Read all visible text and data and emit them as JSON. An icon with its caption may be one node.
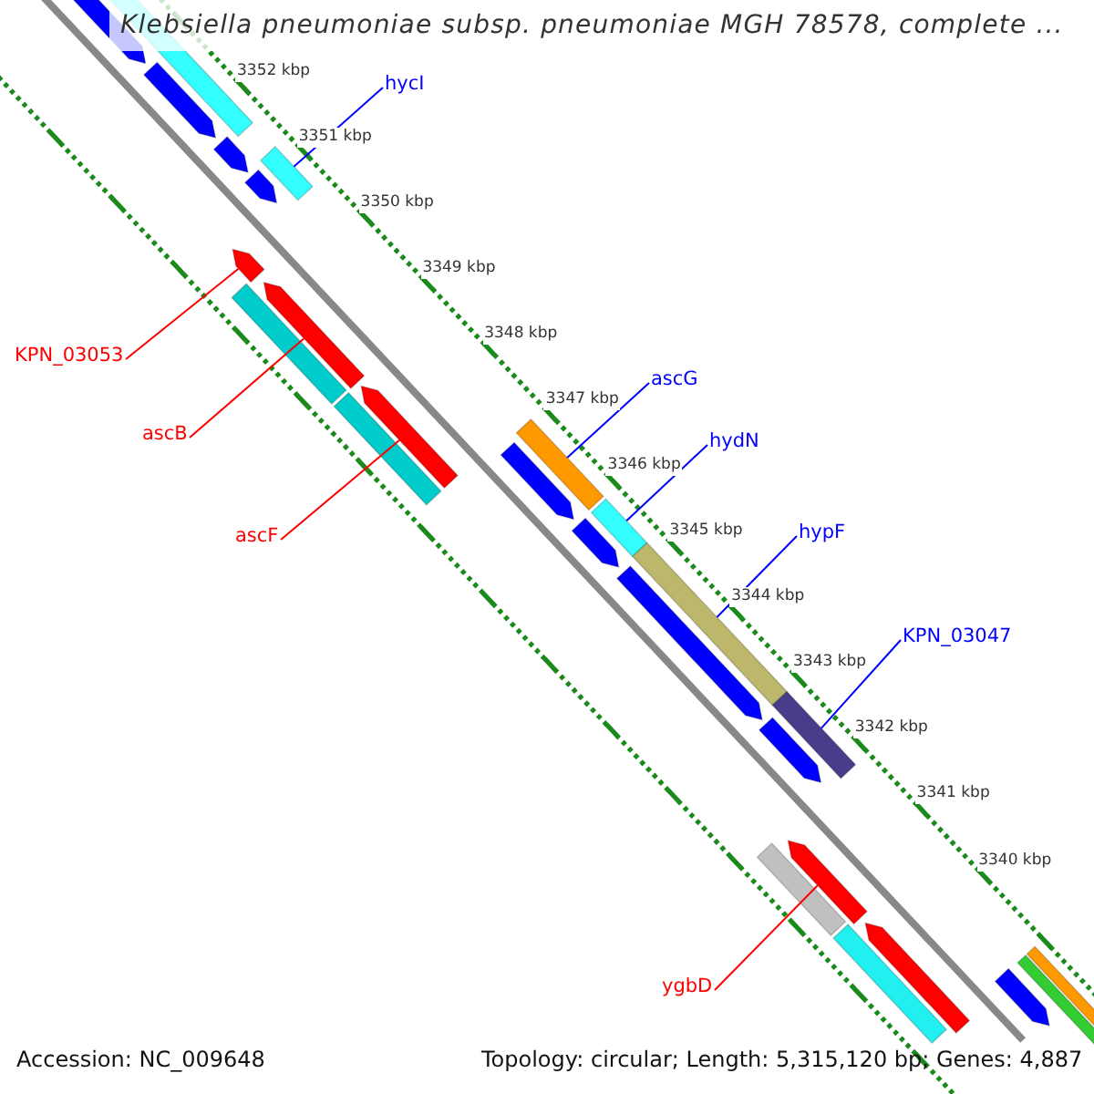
{
  "diagram": {
    "title": "Klebsiella pneumoniae subsp. pneumoniae MGH 78578, complete ...",
    "nodes": [
      {
        "text": [
          "hycI"
        ]
      },
      {
        "text": [],
        "shape": "bar"
      },
      {
        "text": [
          "KPN_03053"
        ]
      },
      {
        "text": [],
        "shape": "arrow"
      },
      {
        "text": [
          "ascB"
        ]
      },
      {
        "text": [],
        "shape": "arrow"
      },
      {
        "text": [
          "ascF"
        ]
      },
      {
        "text": [],
        "shape": "arrow"
      },
      {
        "text": [
          "ascG"
        ]
      },
      {
        "text": [],
        "shape": "bar"
      },
      {
        "text": [
          "hydN"
        ]
      },
      {
        "text": [],
        "shape": "bar"
      },
      {
        "text": [
          "hypF"
        ]
      },
      {
        "text": [],
        "shape": "bar"
      },
      {
        "text": [
          "KPN_03047"
        ]
      },
      {
        "text": [],
        "shape": "bar"
      },
      {
        "text": [
          "ygbD"
        ]
      },
      {
        "text": [],
        "shape": "arrow"
      },
      {
        "text": [],
        "shape": "arrow"
      },
      {
        "text": [],
        "shape": "arrow"
      },
      {
        "text": [],
        "shape": "arrow"
      },
      {
        "text": [],
        "shape": "arrow"
      },
      {
        "text": [],
        "shape": "arrow"
      },
      {
        "text": [],
        "shape": "arrow"
      },
      {
        "text": [],
        "shape": "arrow"
      },
      {
        "text": [],
        "shape": "arrow"
      },
      {
        "text": [],
        "shape": "arrow"
      },
      {
        "text": [],
        "shape": "bar"
      },
      {
        "text": [],
        "shape": "bar"
      },
      {
        "text": [],
        "shape": "bar"
      },
      {
        "text": [],
        "shape": "bar"
      },
      {
        "text": [],
        "shape": "bar"
      },
      {
        "text": [],
        "shape": "arrow"
      },
      {
        "text": [],
        "shape": "bar"
      },
      {
        "text": [],
        "shape": "bar"
      }
    ],
    "edges": [
      {
        "from": 0,
        "to": 1,
        "arrow": "none",
        "color": "#0000ff"
      },
      {
        "from": 2,
        "to": 3,
        "arrow": "none",
        "color": "#ff0000"
      },
      {
        "from": 4,
        "to": 5,
        "arrow": "none",
        "color": "#ff0000"
      },
      {
        "from": 6,
        "to": 7,
        "arrow": "none",
        "color": "#ff0000"
      },
      {
        "from": 8,
        "to": 9,
        "arrow": "none",
        "color": "#0000ff"
      },
      {
        "from": 10,
        "to": 11,
        "arrow": "none",
        "color": "#0000ff"
      },
      {
        "from": 12,
        "to": 13,
        "arrow": "none",
        "color": "#0000ff"
      },
      {
        "from": 14,
        "to": 15,
        "arrow": "none",
        "color": "#0000ff"
      },
      {
        "from": 16,
        "to": 17,
        "arrow": "none",
        "color": "#ff0000"
      }
    ],
    "labels": [
      "3352 kbp",
      "3351 kbp",
      "3350 kbp",
      "3349 kbp",
      "3348 kbp",
      "3347 kbp",
      "3346 kbp",
      "3345 kbp",
      "3344 kbp",
      "3343 kbp",
      "3342 kbp",
      "3341 kbp",
      "3340 kbp",
      "Accession: NC_009648",
      "Topology: circular; Length: 5,315,120 bp; Genes: 4,887"
    ]
  }
}
